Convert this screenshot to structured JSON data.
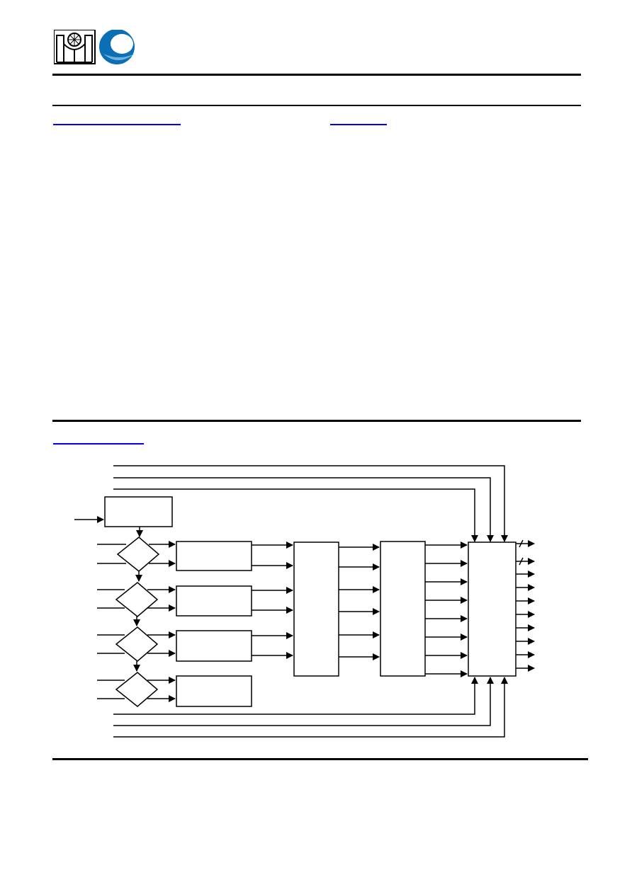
{
  "header": {
    "logos": [
      {
        "icon": "institute-emblem-logo",
        "colors": [
          "#000000",
          "#ffffff"
        ]
      },
      {
        "icon": "blue-swirl-logo",
        "colors": [
          "#0a6fb4",
          "#ffffff"
        ]
      }
    ]
  },
  "links": {
    "color": "#0000ee",
    "count": 3
  },
  "diagram": {
    "type": "block-diagram",
    "line_color": "#000000",
    "blocks": [
      {
        "id": "top-left-block",
        "shape": "rectangle"
      },
      {
        "id": "decision-1",
        "shape": "diamond"
      },
      {
        "id": "decision-2",
        "shape": "diamond"
      },
      {
        "id": "decision-3",
        "shape": "diamond"
      },
      {
        "id": "decision-4",
        "shape": "diamond"
      },
      {
        "id": "stage-block-1",
        "shape": "rectangle"
      },
      {
        "id": "stage-block-2",
        "shape": "rectangle"
      },
      {
        "id": "stage-block-3",
        "shape": "rectangle"
      },
      {
        "id": "stage-block-4",
        "shape": "rectangle"
      },
      {
        "id": "combine-block-a",
        "shape": "rectangle"
      },
      {
        "id": "combine-block-b",
        "shape": "rectangle"
      },
      {
        "id": "output-block",
        "shape": "rectangle"
      }
    ],
    "outputs": 10,
    "bus_outputs": 2
  }
}
